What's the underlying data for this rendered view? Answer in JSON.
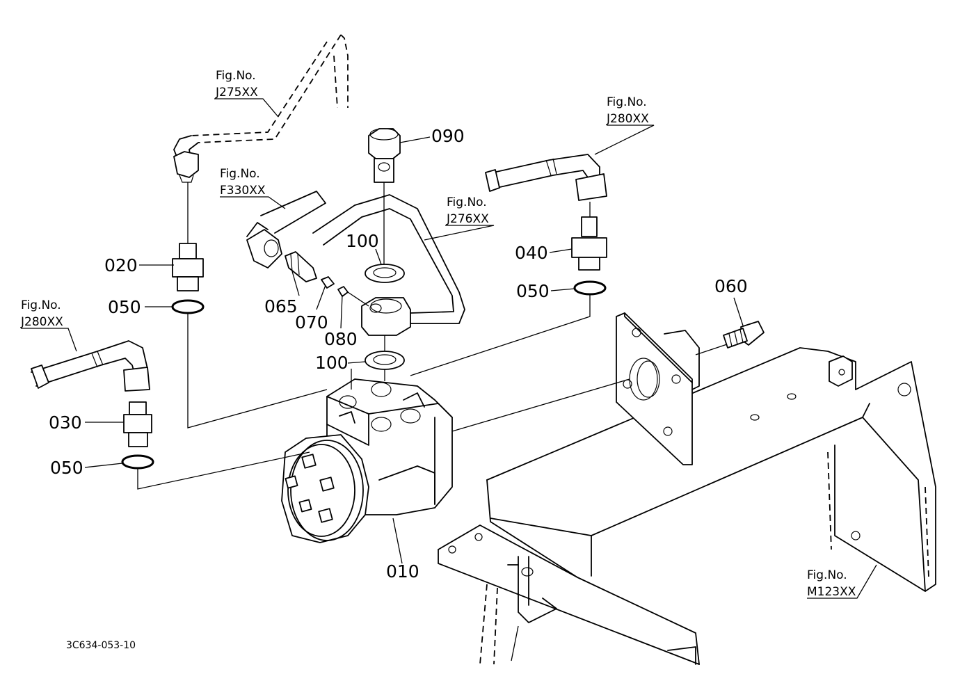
{
  "diagram": {
    "drawing_number": "3C634-053-10",
    "part_labels": {
      "p010": "010",
      "p020": "020",
      "p030": "030",
      "p040": "040",
      "p050a": "050",
      "p050b": "050",
      "p050c": "050",
      "p060": "060",
      "p065": "065",
      "p070": "070",
      "p080": "080",
      "p090": "090",
      "p100a": "100",
      "p100b": "100"
    },
    "figure_refs": {
      "fig_prefix": "Fig.No.",
      "j275": "J275XX",
      "f330": "F330XX",
      "j276": "J276XX",
      "j280_right": "J280XX",
      "j280_left": "J280XX",
      "m123": "M123XX"
    }
  }
}
